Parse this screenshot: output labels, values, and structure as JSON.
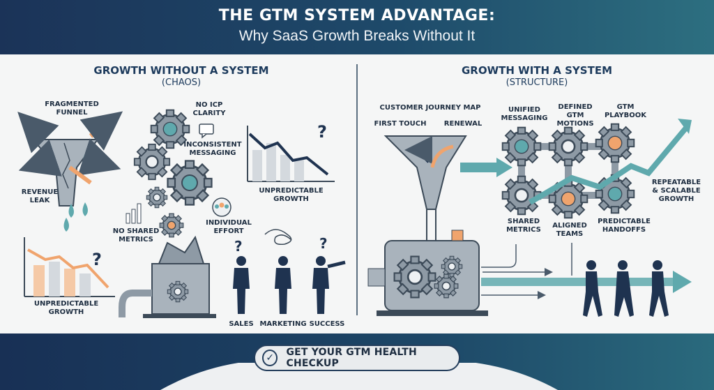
{
  "header": {
    "title": "THE GTM SYSTEM ADVANTAGE:",
    "subtitle": "Why SaaS Growth Breaks Without It"
  },
  "left": {
    "title": "GROWTH WITHOUT A SYSTEM",
    "subtitle": "(CHAOS)",
    "labels": {
      "fragmented_funnel": "FRAGMENTED\nFUNNEL",
      "revenue_leak": "REVENUE\nLEAK",
      "no_icp": "NO ICP\nCLARITY",
      "inconsistent": "INCONSISTENT\nMESSAGING",
      "unpredictable_top": "UNPREDICTABLE\nGROWTH",
      "no_shared": "NO SHARED\nMETRICS",
      "individual": "INDIVIDUAL\nEFFORT",
      "unpredictable_bottom": "UNPREDICTABLE\nGROWTH",
      "sales": "SALES",
      "marketing": "MARKETING",
      "success": "SUCCESS"
    }
  },
  "right": {
    "title": "GROWTH WITH A SYSTEM",
    "subtitle": "(STRUCTURE)",
    "labels": {
      "journey": "CUSTOMER JOURNEY MAP",
      "first_touch": "FIRST TOUCH",
      "renewal": "RENEWAL",
      "unified": "UNIFIED\nMESSAGING",
      "defined": "DEFINED\nGTM\nMOTIONS",
      "playbook": "GTM\nPLAYBOOK",
      "repeatable": "REPEATABLE\n& SCALABLE\nGROWTH",
      "shared": "SHARED\nMETRICS",
      "aligned": "ALIGNED\nTEAMS",
      "handoffs": "PREDICTABLE\nHANDOFFS"
    }
  },
  "cta": {
    "label": "GET YOUR GTM HEALTH CHECKUP"
  },
  "colors": {
    "navy": "#1c3a5c",
    "teal": "#5fa9ad",
    "orange": "#f0a46d",
    "steel": "#8e9aa5"
  }
}
